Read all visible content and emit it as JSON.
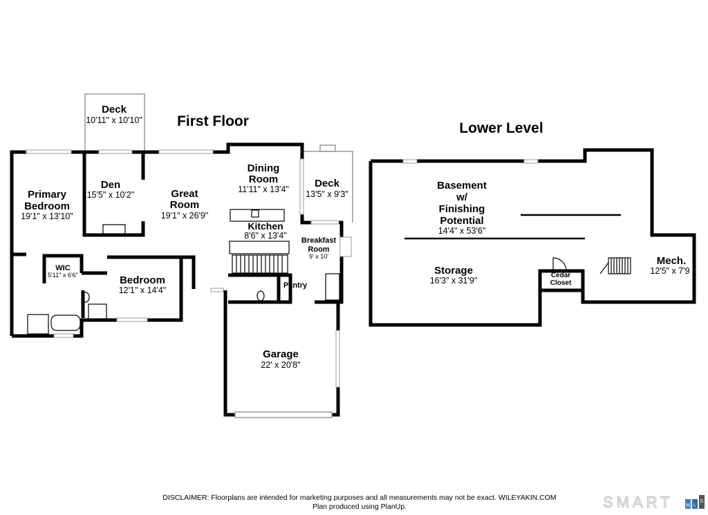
{
  "first_floor": {
    "title": "First Floor",
    "rooms": [
      {
        "name": "Deck",
        "dims": "10'11\" x 10'10\""
      },
      {
        "name": "Den",
        "dims": "15'5\" x 10'2\""
      },
      {
        "name": "Primary Bedroom",
        "dims": "19'1\" x 13'10\""
      },
      {
        "name": "Great Room",
        "dims": "19'1\" x 26'9\""
      },
      {
        "name": "Dining Room",
        "dims": "11'11\" x 13'4\""
      },
      {
        "name": "Deck",
        "dims": "13'5\" x 9'3\""
      },
      {
        "name": "Kitchen",
        "dims": "8'6\" x 13'4\""
      },
      {
        "name": "Breakfast Room",
        "dims": "9' x 10'"
      },
      {
        "name": "WIC",
        "dims": "5'11\" x 6'6\""
      },
      {
        "name": "Bedroom",
        "dims": "12'1\" x 14'4\""
      },
      {
        "name": "Pantry",
        "dims": ""
      },
      {
        "name": "Garage",
        "dims": "22' x 20'8\""
      }
    ]
  },
  "lower_level": {
    "title": "Lower Level",
    "rooms": [
      {
        "name": "Basement w/ Finishing Potential",
        "dims": "14'4\" x 53'6\""
      },
      {
        "name": "Storage",
        "dims": "16'3\" x 31'9\""
      },
      {
        "name": "Cedar Closet",
        "dims": ""
      },
      {
        "name": "Mech.",
        "dims": "12'5\" x 7'9"
      }
    ]
  },
  "footer": {
    "disclaimer": "DISCLAIMER: Floorplans are intended for marketing purposes and all measurements may not be exact. WILEYAKIN.COM",
    "credit": "Plan produced using PlanUp.",
    "logo": "SMART",
    "logo_badge": [
      "M",
      "L",
      "S"
    ]
  },
  "labels": {
    "primary1": "Primary",
    "primary2": "Bedroom",
    "great1": "Great",
    "great2": "Room",
    "dining1": "Dining",
    "dining2": "Room",
    "bfast1": "Breakfast",
    "bfast2": "Room",
    "base1": "Basement",
    "base2": "w/",
    "base3": "Finishing",
    "base4": "Potential",
    "cedar1": "Cedar",
    "cedar2": "Closet"
  }
}
